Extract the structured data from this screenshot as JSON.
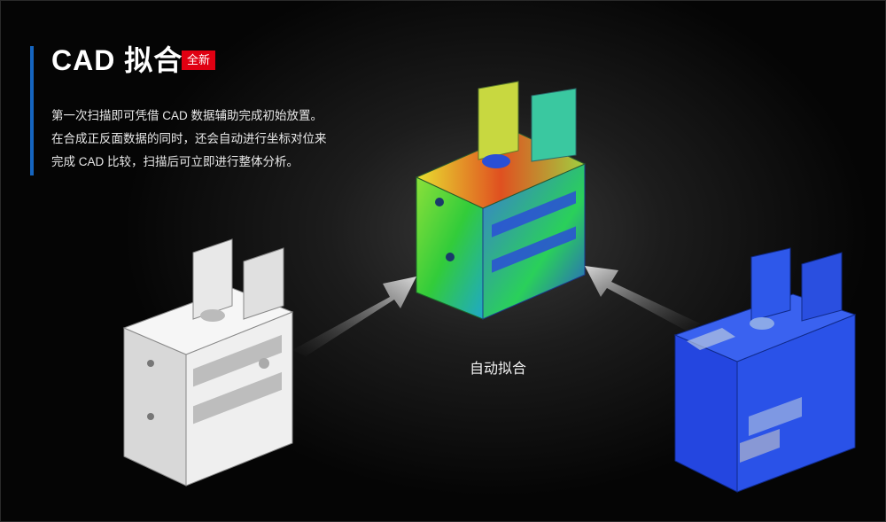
{
  "header": {
    "title": "CAD 拟合",
    "badge": "全新"
  },
  "description": {
    "lines": [
      "第一次扫描即可凭借 CAD 数据辅助完成初始放置。",
      "在合成正反面数据的同时，还会自动进行坐标对位来",
      "完成 CAD 比较，扫描后可立即进行整体分析。"
    ]
  },
  "center_label": "自动拟合",
  "colors": {
    "accent": "#1565c0",
    "badge": "#e00012",
    "scan_model": "#e6e6e6",
    "cad_model": "#2446e0",
    "fit_green": "#3ad23a",
    "fit_yellow": "#e8e030",
    "fit_blue": "#2a4fd6"
  },
  "icons": {
    "left_arrow": "arrow-right-icon",
    "right_arrow": "arrow-left-icon"
  }
}
